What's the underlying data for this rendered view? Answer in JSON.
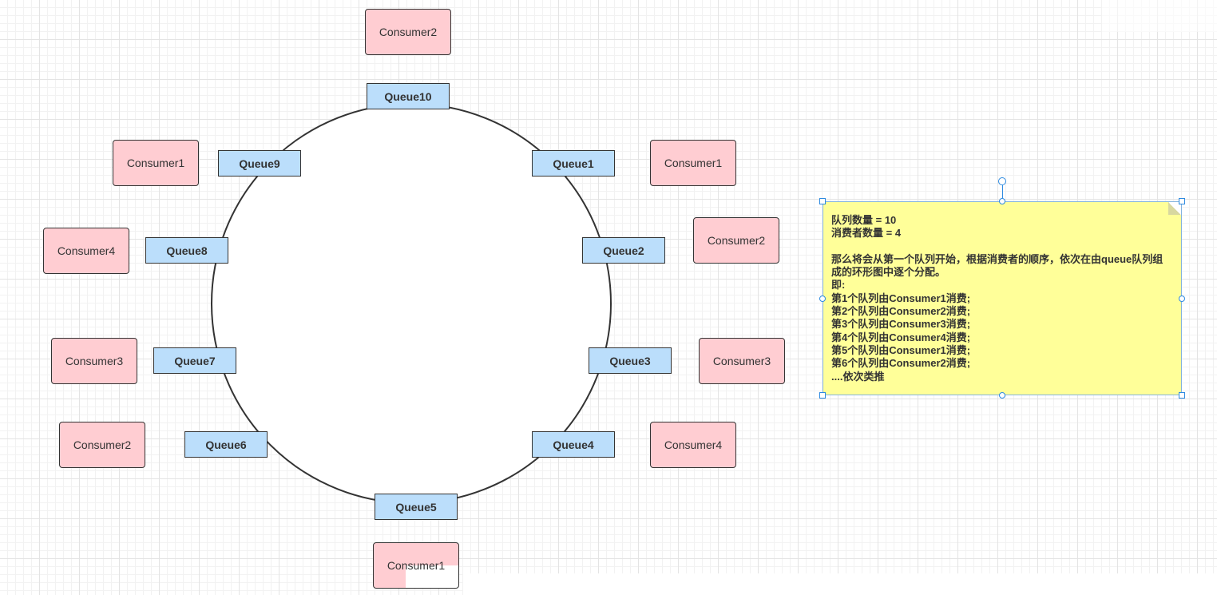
{
  "queues": {
    "q1": "Queue1",
    "q2": "Queue2",
    "q3": "Queue3",
    "q4": "Queue4",
    "q5": "Queue5",
    "q6": "Queue6",
    "q7": "Queue7",
    "q8": "Queue8",
    "q9": "Queue9",
    "q10": "Queue10"
  },
  "consumers": {
    "for_q1": "Consumer1",
    "for_q2": "Consumer2",
    "for_q3": "Consumer3",
    "for_q4": "Consumer4",
    "for_q5": "Consumer1",
    "for_q6": "Consumer2",
    "for_q7": "Consumer3",
    "for_q8": "Consumer4",
    "for_q9": "Consumer1",
    "for_q10": "Consumer2"
  },
  "note": {
    "lines": [
      "队列数量 = 10",
      "消费者数量 = 4",
      "",
      "那么将会从第一个队列开始，根据消费者的顺序，依次在由queue队列组",
      "成的环形图中逐个分配。",
      "即:",
      "第1个队列由Consumer1消费;",
      "第2个队列由Consumer2消费;",
      "第3个队列由Consumer3消费;",
      "第4个队列由Consumer4消费;",
      "第5个队列由Consumer1消费;",
      "第6个队列由Consumer2消费;",
      "....依次类推"
    ]
  },
  "colors": {
    "consumer_fill": "#ffcdd2",
    "queue_fill": "#bbdefb",
    "note_fill": "#ffff99",
    "selection": "#2d8ae0",
    "stroke": "#333333"
  }
}
